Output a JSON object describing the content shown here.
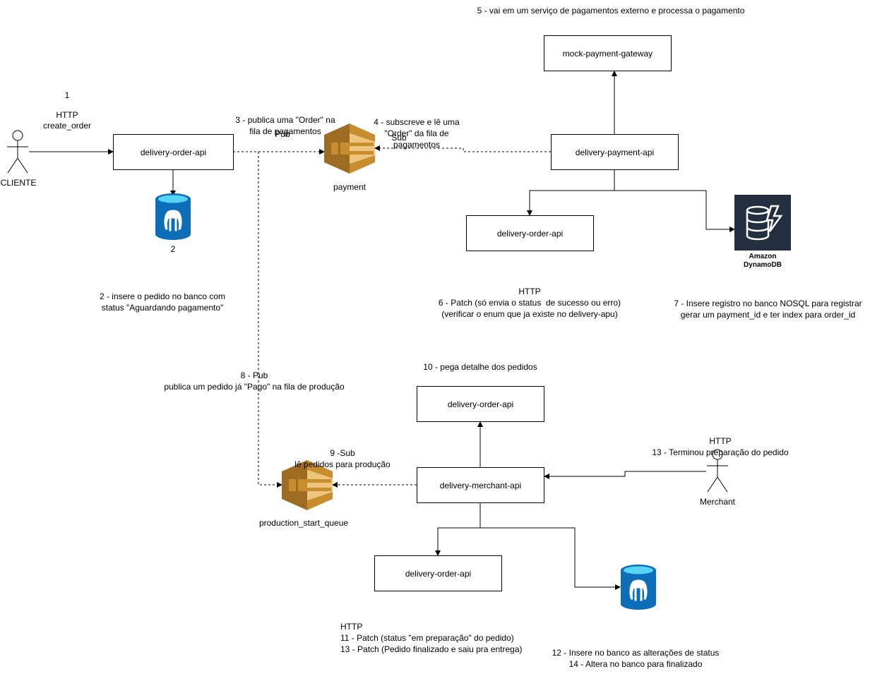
{
  "nodes": {
    "cliente": "CLIENTE",
    "merchant": "Merchant",
    "order_api_1": "delivery-order-api",
    "order_api_2": "delivery-order-api",
    "order_api_3": "delivery-order-api",
    "order_api_4": "delivery-order-api",
    "payment_api": "delivery-payment-api",
    "mock_gateway": "mock-payment-gateway",
    "merchant_api": "delivery-merchant-api",
    "payment_queue": "payment",
    "production_queue": "production_start_queue",
    "pg_db_1": "2",
    "dynamo_line1": "Amazon",
    "dynamo_line2": "DynamoDB"
  },
  "labels": {
    "step1_num": "1",
    "step1_http": "HTTP",
    "step1_method": "create_order",
    "step2": [
      "2 - insere o pedido no banco com",
      "status \"Aguardando pagamento\""
    ],
    "step3": [
      "3 - publica uma \"Order\" na",
      "fila de pagamentos"
    ],
    "pub": "Pub",
    "step4": [
      "4 - subscreve e lê uma",
      "\"Order\" da fila de",
      "pagamentos"
    ],
    "sub": "Sub",
    "step5": "5 - vai em um serviço de pagamentos externo e processa o pagamento",
    "step6": [
      "HTTP",
      "6 - Patch (só envia o status  de sucesso ou erro)",
      "(verificar o enum que ja existe no delivery-apu)"
    ],
    "step7": [
      "7 - Insere registro no banco NOSQL para registrar",
      "gerar um payment_id e ter index para order_id"
    ],
    "step8": [
      "8 - Pub",
      "publica um pedido já \"Pago\" na fila de produção"
    ],
    "step9": [
      "9 -Sub",
      "lê pedidos para produção"
    ],
    "step10": "10 - pega detalhe dos pedidos",
    "step11_13": [
      "HTTP",
      "11 - Patch (status \"em preparação\" do pedido)",
      "13 - Patch (Pedido finalizado e saiu pra entrega)"
    ],
    "step13_http": [
      "HTTP",
      "13 - Terminou preparação do pedido"
    ],
    "step12_14": [
      "12 - Insere no banco as alterações de status",
      "14 - Altera no banco para finalizado"
    ]
  },
  "colors": {
    "queue_dark": "#9D6B22",
    "queue_mid": "#C88E2E",
    "queue_light": "#EFC47D",
    "postgres_blue": "#0C6DB8",
    "postgres_cyan": "#56D4F5",
    "dynamo_bg": "#232F3E"
  },
  "icons": {
    "actor": "stick-figure-icon",
    "queue": "aws-sqs-icon",
    "postgres": "postgresql-icon",
    "dynamodb": "aws-dynamodb-icon"
  }
}
